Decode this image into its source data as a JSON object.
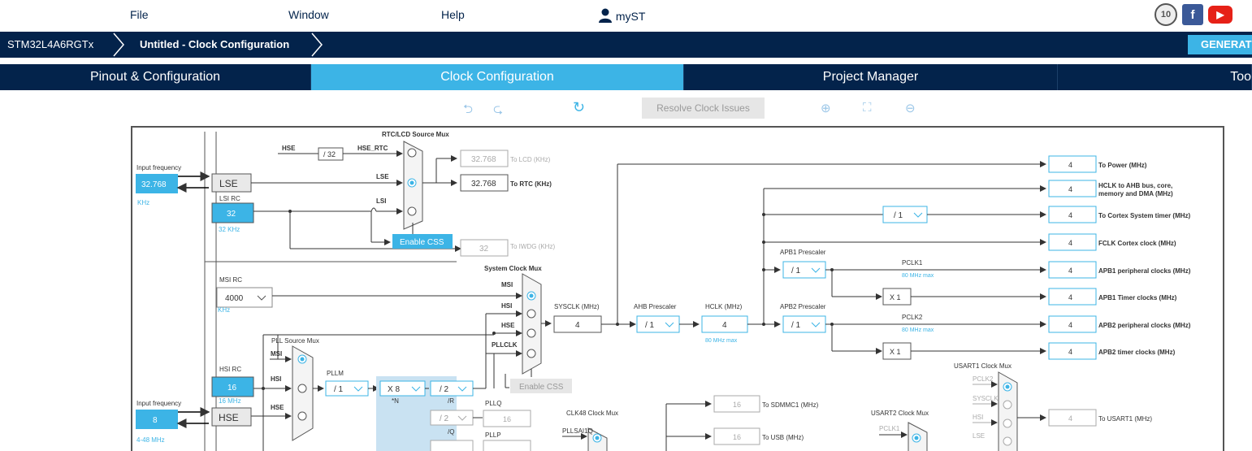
{
  "menu": {
    "file": "File",
    "window": "Window",
    "help": "Help",
    "myst": "myST"
  },
  "social": {
    "anniv_icon": "10-years-icon",
    "facebook": "f",
    "youtube": "▶"
  },
  "breadcrumb": {
    "device": "STM32L4A6RGTx",
    "project": "Untitled - Clock Configuration",
    "generate": "GENERAT"
  },
  "tabs": [
    "Pinout & Configuration",
    "Clock Configuration",
    "Project Manager",
    "Too"
  ],
  "toolbar": {
    "resolve": "Resolve Clock Issues"
  },
  "clock": {
    "input_freq_label": "Input frequency",
    "lse_freq": "32.768",
    "lse_unit": "KHz",
    "lse_label": "LSE",
    "lsi_rc_label": "LSI RC",
    "lsi_value": "32",
    "lsi_unit": "32 KHz",
    "rtc_mux_title": "RTC/LCD Source Mux",
    "hse": "HSE",
    "div32": "/ 32",
    "hse_rtc": "HSE_RTC",
    "lse": "LSE",
    "lsi": "LSI",
    "to_lcd_val": "32.768",
    "to_lcd": "To LCD (KHz)",
    "to_rtc_val": "32.768",
    "to_rtc": "To RTC (KHz)",
    "enable_css": "Enable CSS",
    "iwdg_val": "32",
    "to_iwdg": "To IWDG (KHz)",
    "msi_rc_label": "MSI RC",
    "msi_value": "4000",
    "msi_unit": "KHz",
    "sys_mux_title": "System Clock Mux",
    "msi": "MSI",
    "hsi": "HSI",
    "pllclk": "PLLCLK",
    "sysclk_label": "SYSCLK (MHz)",
    "sysclk_val": "4",
    "ahb_presc_label": "AHB Prescaler",
    "ahb_presc": "/ 1",
    "hclk_label": "HCLK (MHz)",
    "hclk_val": "4",
    "hclk_max": "80 MHz max",
    "apb1_presc_label": "APB1 Prescaler",
    "apb1_presc": "/ 1",
    "apb2_presc_label": "APB2 Prescaler",
    "apb2_presc": "/ 1",
    "pclk1": "PCLK1",
    "pclk1_max": "80 MHz max",
    "pclk2": "PCLK2",
    "pclk2_max": "80 MHz max",
    "x1": "X 1",
    "cortex_presc": "/ 1",
    "enable_css2": "Enable CSS",
    "pll_mux_title": "PLL Source Mux",
    "hsi_rc_label": "HSI RC",
    "hsi_value": "16",
    "hsi_unit": "16 MHz",
    "hse_value": "8",
    "hse_unit": "4-48 MHz",
    "pllm_label": "PLLM",
    "pllm": "/ 1",
    "pll_n": "X 8",
    "n_label": "*N",
    "pll_r": "/ 2",
    "r_label": "/R",
    "pll_q": "/ 2",
    "q_label": "/Q",
    "pllq": "PLLQ",
    "pllq_val": "16",
    "pllp": "PLLP",
    "clk48_title": "CLK48 Clock Mux",
    "pllsai1q": "PLLSAI1Q",
    "sdmmc_val": "16",
    "to_sdmmc": "To SDMMC1 (MHz)",
    "usb_val": "16",
    "to_usb": "To USB (MHz)",
    "usart2_title": "USART2 Clock Mux",
    "usart1_title": "USART1 Clock Mux",
    "pclk2_in": "PCLK2",
    "sysclk_in": "SYSCLK",
    "hsi_in": "HSI",
    "lse_in": "LSE",
    "pclk1_in": "PCLK1",
    "usart1_val": "4",
    "to_usart1": "To USART1 (MHz)",
    "outputs": [
      {
        "value": "4",
        "label": "To Power (MHz)"
      },
      {
        "value": "4",
        "label": "HCLK to AHB bus, core,",
        "label2": "memory and DMA (MHz)"
      },
      {
        "value": "4",
        "label": "To Cortex System timer (MHz)"
      },
      {
        "value": "4",
        "label": "FCLK Cortex clock (MHz)"
      },
      {
        "value": "4",
        "label": "APB1 peripheral clocks (MHz)"
      },
      {
        "value": "4",
        "label": "APB1 Timer clocks (MHz)"
      },
      {
        "value": "4",
        "label": "APB2 peripheral clocks (MHz)"
      },
      {
        "value": "4",
        "label": "APB2 timer clocks (MHz)"
      }
    ]
  },
  "colors": {
    "navy": "#03234b",
    "accent": "#3cb4e6",
    "line": "#333333"
  }
}
